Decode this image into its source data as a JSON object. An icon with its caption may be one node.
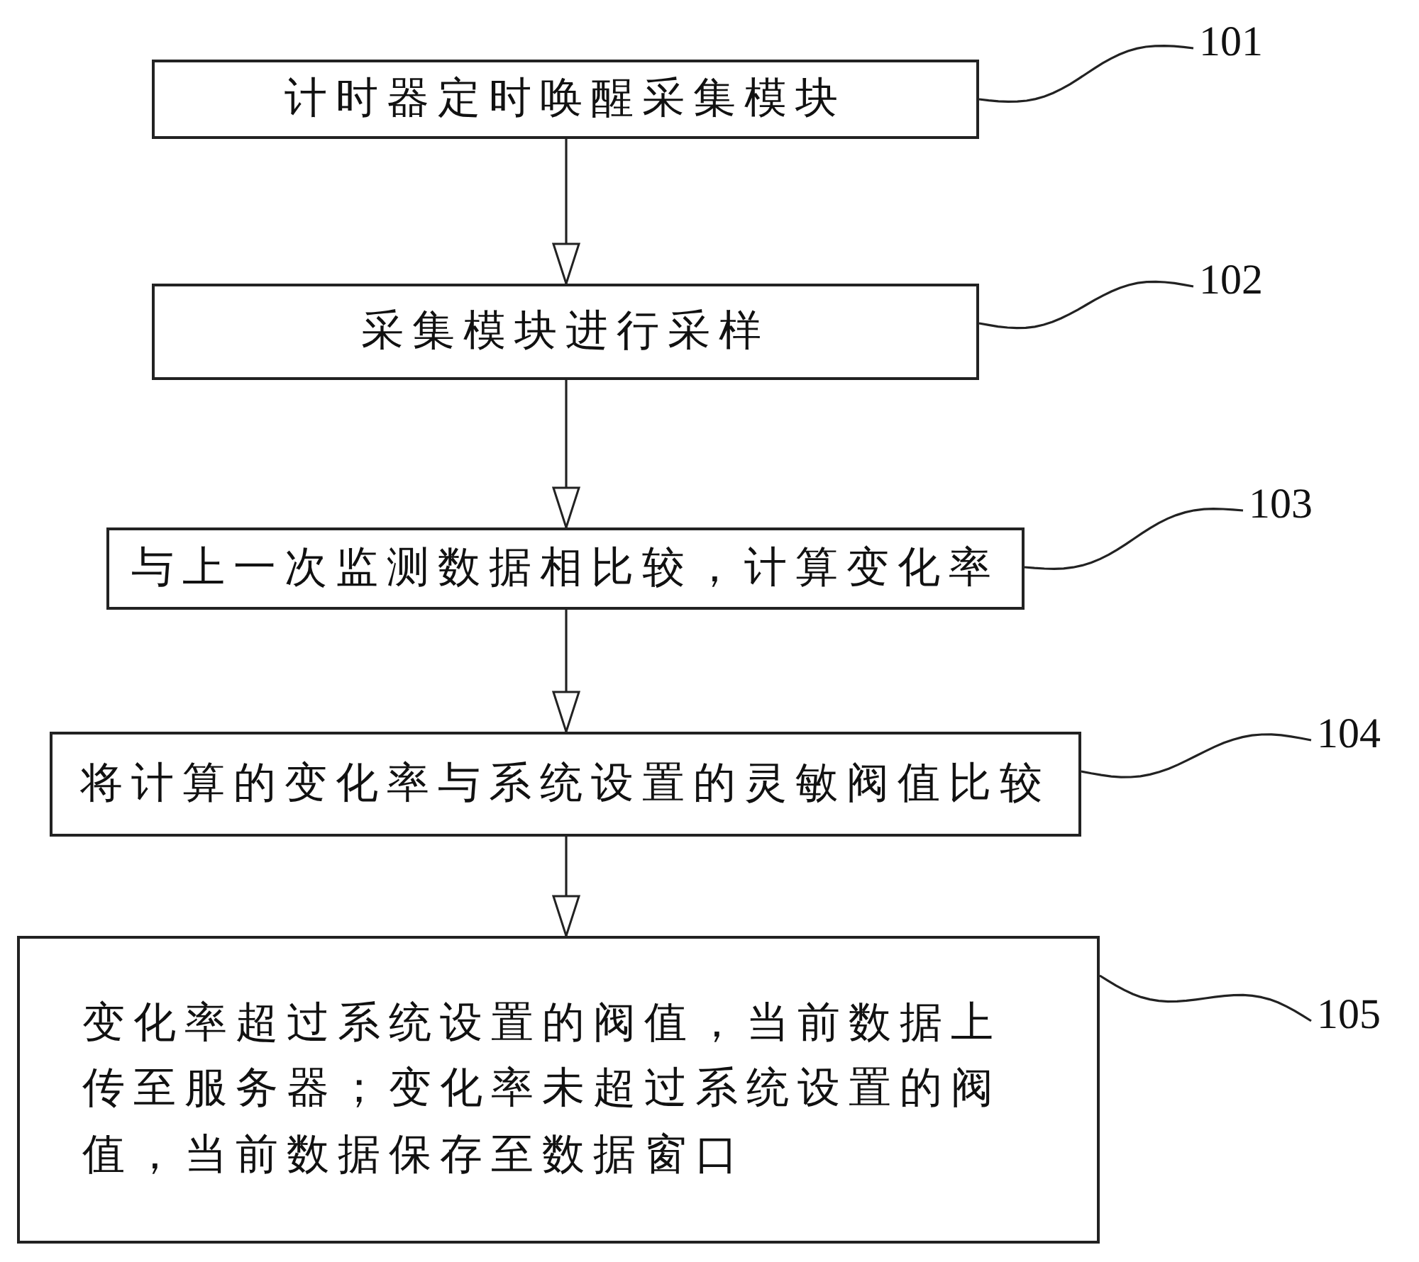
{
  "diagram": {
    "nodes": [
      {
        "text": [
          "计时器定时唤醒采集模块"
        ]
      },
      {
        "text": [
          "采集模块进行采样"
        ]
      },
      {
        "text": [
          "与上一次监测数据相比较，计算变化率"
        ]
      },
      {
        "text": [
          "将计算的变化率与系统设置的灵敏阀值比较"
        ]
      },
      {
        "text": [
          "变化率超过系统设置的阀值，当前数据上传至服务器；变化率未超过系统设置的阀值，当前数据保存至数据窗口"
        ]
      },
      {
        "text": [
          "101"
        ]
      },
      {
        "text": [
          "102"
        ]
      },
      {
        "text": [
          "103"
        ]
      },
      {
        "text": [
          "104"
        ]
      },
      {
        "text": [
          "105"
        ]
      }
    ],
    "edges": [
      {
        "from": 0,
        "to": 1,
        "arrow": "to"
      },
      {
        "from": 1,
        "to": 2,
        "arrow": "to"
      },
      {
        "from": 2,
        "to": 3,
        "arrow": "to"
      },
      {
        "from": 3,
        "to": 4,
        "arrow": "to"
      },
      {
        "from": 5,
        "to": 0,
        "arrow": "none"
      },
      {
        "from": 6,
        "to": 1,
        "arrow": "none"
      },
      {
        "from": 7,
        "to": 2,
        "arrow": "none"
      },
      {
        "from": 8,
        "to": 3,
        "arrow": "none"
      },
      {
        "from": 9,
        "to": 4,
        "arrow": "none"
      }
    ]
  }
}
